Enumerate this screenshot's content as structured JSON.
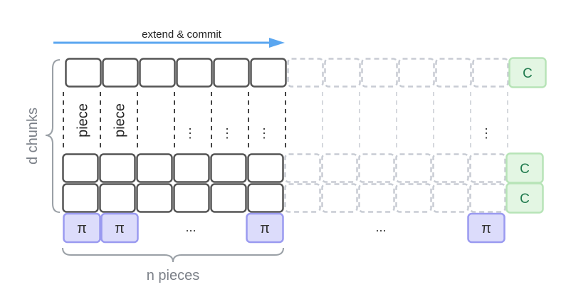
{
  "arrow_label": "extend & commit",
  "row_axis_label": "d chunks",
  "column_axis_label": "n pieces",
  "piece_label": "piece",
  "ellipsis_vertical": "⋮",
  "ellipsis_horizontal": "...",
  "commitment_label": "C",
  "proof_label": "π",
  "colors": {
    "cell_stroke": "#555555",
    "extended_stroke": "#c8ccd4",
    "commitment_fill": "#e3f6e3",
    "commitment_stroke": "#b7e4b7",
    "commitment_text": "#1f7a4d",
    "proof_fill": "#dcdcfb",
    "proof_stroke": "#9a9af0",
    "arrow": "#5aa6f0",
    "brace": "#9aa0a6",
    "axis_text": "#7a7f87"
  }
}
